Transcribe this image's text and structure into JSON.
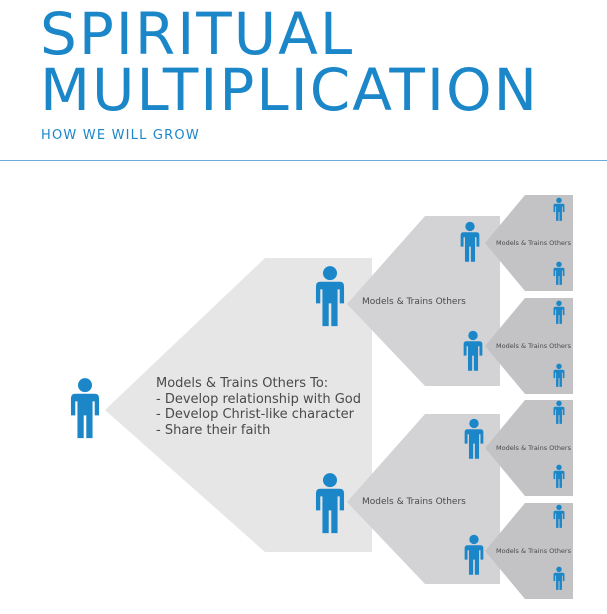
{
  "header": {
    "title_line1": "SPIRITUAL",
    "title_line2": "MULTIPLICATION",
    "subtitle": "HOW WE WILL GROW"
  },
  "diagram": {
    "root": {
      "heading": "Models & Trains Others To:",
      "items": [
        "- Develop relationship with God",
        "- Develop Christ-like character",
        "- Share their faith"
      ]
    },
    "level2_label": "Models & Trains Others",
    "level3_label": "Models & Trains Others"
  },
  "colors": {
    "accent": "#1b87c9",
    "panel_light": "#e6e6e6",
    "panel_mid": "#d3d3d6",
    "panel_dark": "#c3c3c6",
    "text": "#4a4a4a"
  }
}
